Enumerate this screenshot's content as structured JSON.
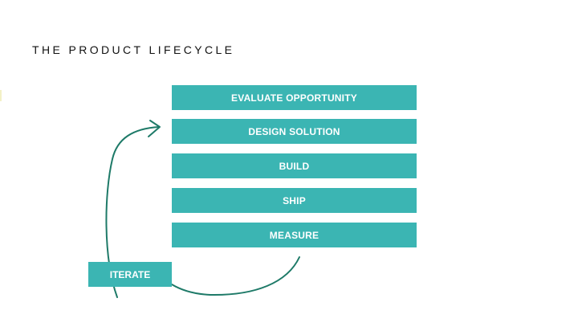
{
  "diagram": {
    "title": "THE PRODUCT LIFECYCLE",
    "stages": [
      "EVALUATE OPPORTUNITY",
      "DESIGN SOLUTION",
      "BUILD",
      "SHIP",
      "MEASURE"
    ],
    "loop_label": "ITERATE",
    "colors": {
      "box": "#3bb5b3",
      "arrow": "#1e7a68",
      "text_on_box": "#ffffff",
      "title": "#111111"
    }
  }
}
